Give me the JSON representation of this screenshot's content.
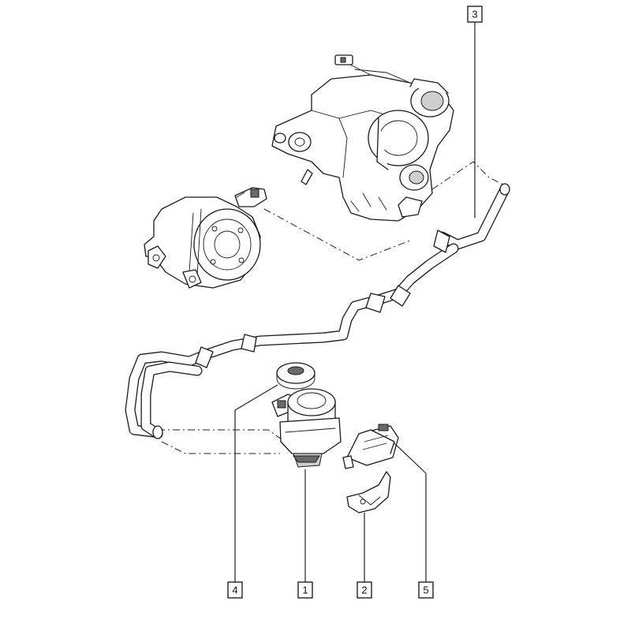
{
  "callouts": [
    {
      "id": "1",
      "label": "1"
    },
    {
      "id": "2",
      "label": "2"
    },
    {
      "id": "3",
      "label": "3"
    },
    {
      "id": "4",
      "label": "4"
    },
    {
      "id": "5",
      "label": "5"
    }
  ],
  "parts": {
    "turbocharger": "turbocharger-drawing",
    "vacuum_pump": "vacuum-pump-drawing",
    "vacuum_hose": "vacuum-hose-drawing",
    "washer": "washer-drawing",
    "solenoid_valve": "solenoid-valve-drawing",
    "support_bracket": "support-bracket-drawing",
    "mounting_plate": "mounting-plate-drawing"
  }
}
